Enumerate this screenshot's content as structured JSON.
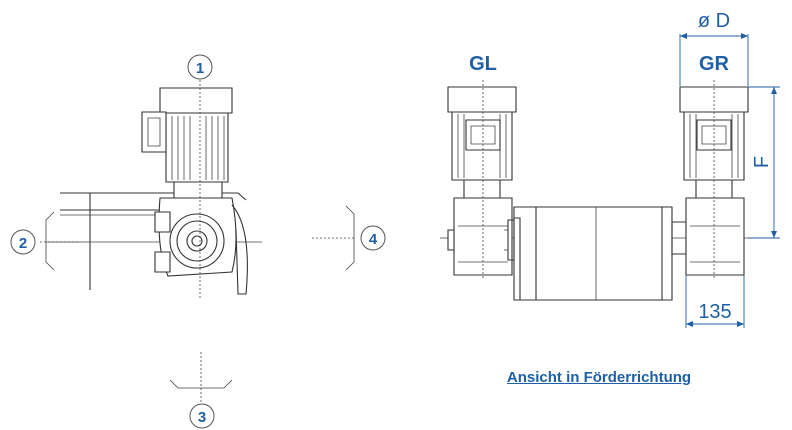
{
  "positions": {
    "p1": "1",
    "p2": "2",
    "p3": "3",
    "p4": "4"
  },
  "variants": {
    "left": "GL",
    "right": "GR"
  },
  "dimensions": {
    "diameter": "ø D",
    "height": "F",
    "width": "135"
  },
  "caption": "Ansicht in Förderrichtung"
}
